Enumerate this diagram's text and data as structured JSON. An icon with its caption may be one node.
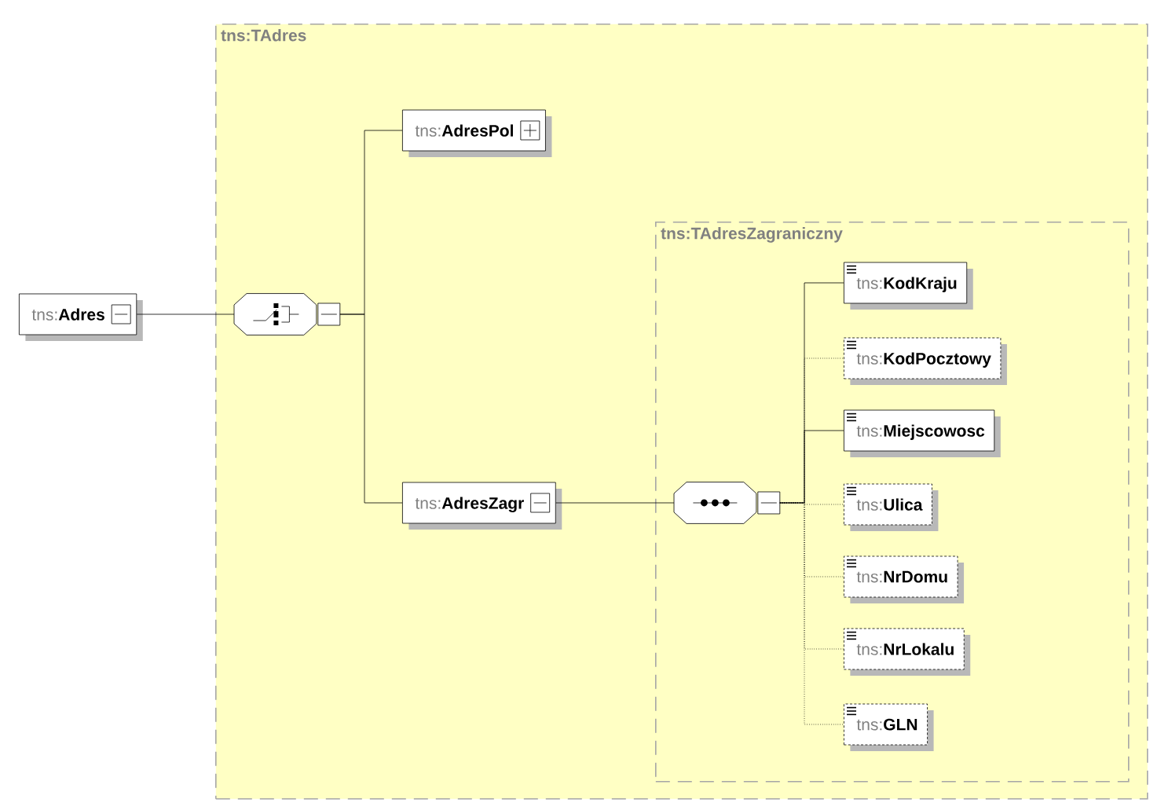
{
  "diagram": {
    "nodes": [
      {
        "text": [
          "tns:TAdres"
        ]
      },
      {
        "text": [
          "tns:**Adres**"
        ]
      },
      {
        "text": [],
        "shape": "octagon",
        "in": 0
      },
      {
        "text": [
          "tns:**AdresPol**"
        ],
        "in": 0
      },
      {
        "text": [
          "tns:**AdresZagr**"
        ],
        "in": 0
      },
      {
        "text": [
          "tns:TAdresZagraniczny"
        ],
        "in": 0
      },
      {
        "text": [],
        "shape": "octagon",
        "in": 5
      },
      {
        "text": [
          "tns:**KodKraju**"
        ],
        "in": 5
      },
      {
        "text": [
          "tns:**KodPocztowy**"
        ],
        "in": 5
      },
      {
        "text": [
          "tns:**Miejscowosc**"
        ],
        "in": 5
      },
      {
        "text": [
          "tns:**Ulica**"
        ],
        "in": 5
      },
      {
        "text": [
          "tns:**NrDomu**"
        ],
        "in": 5
      },
      {
        "text": [
          "tns:**NrLokalu**"
        ],
        "in": 5
      },
      {
        "text": [
          "tns:**GLN**"
        ],
        "in": 5
      }
    ],
    "edges": [
      {
        "from": 1,
        "to": 2,
        "arrow": "none"
      },
      {
        "from": 2,
        "to": 3,
        "arrow": "none"
      },
      {
        "from": 2,
        "to": 4,
        "arrow": "none"
      },
      {
        "from": 4,
        "to": 6,
        "arrow": "none"
      },
      {
        "from": 6,
        "to": 7,
        "arrow": "none"
      },
      {
        "from": 6,
        "to": 8,
        "arrow": "none",
        "style": "dashed"
      },
      {
        "from": 6,
        "to": 9,
        "arrow": "none"
      },
      {
        "from": 6,
        "to": 10,
        "arrow": "none",
        "style": "dashed"
      },
      {
        "from": 6,
        "to": 11,
        "arrow": "none",
        "style": "dashed"
      },
      {
        "from": 6,
        "to": 12,
        "arrow": "none",
        "style": "dashed"
      },
      {
        "from": 6,
        "to": 13,
        "arrow": "none",
        "style": "dashed"
      }
    ]
  }
}
